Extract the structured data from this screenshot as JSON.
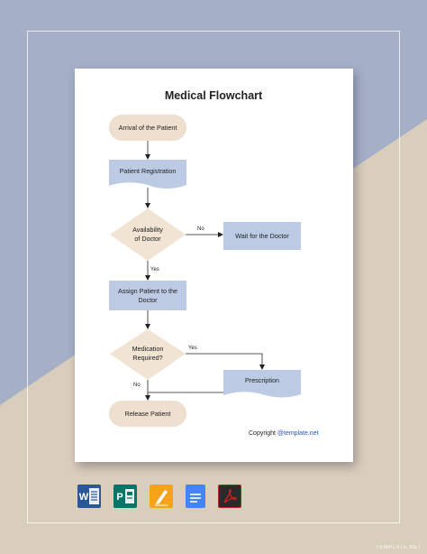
{
  "title": "Medical Flowchart",
  "nodes": {
    "arrival": "Arrival of the Patient",
    "registration": "Patient Registration",
    "availability": "Availability\nof Doctor",
    "wait": "Wait for the Doctor",
    "assign": "Assign Patient to the\nDoctor",
    "medication": "Medication\nRequired?",
    "prescription": "Prescription",
    "release": "Release Patient"
  },
  "edges": {
    "availability_no": "No",
    "availability_yes": "Yes",
    "medication_yes": "Yes",
    "medication_no": "No"
  },
  "footer": {
    "copyright_prefix": "Copyright ",
    "copyright_brand": "@template.net"
  },
  "formats": [
    "word-icon",
    "publisher-icon",
    "pages-icon",
    "google-docs-icon",
    "pdf-icon"
  ],
  "watermark": "TEMPLATE.NET",
  "colors": {
    "background_blue": "#a5afc6",
    "background_beige": "#d9cdbb",
    "terminal_fill": "#eedfcf",
    "process_fill": "#bccae4",
    "decision_fill": "#f2e4d3",
    "brand_link": "#2457b8"
  }
}
